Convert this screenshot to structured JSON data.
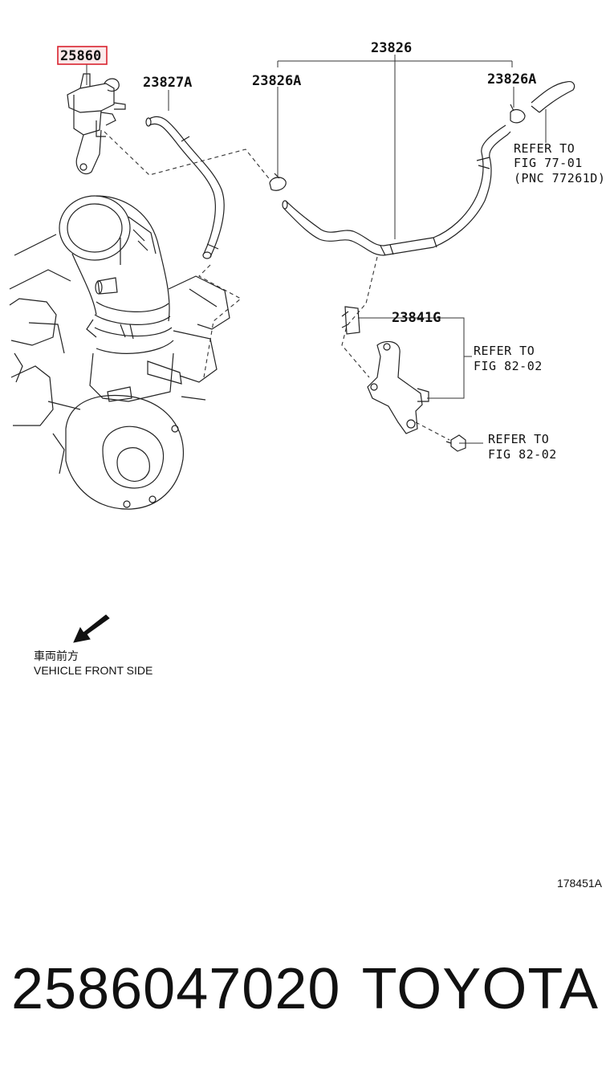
{
  "diagram": {
    "labels": {
      "highlighted_part": "25860",
      "hose_a": "23827A",
      "hose_main": "23826",
      "clamp_left": "23826A",
      "clamp_right": "23826A",
      "clamp_lower": "23841G"
    },
    "references": {
      "ref1_line1": "REFER TO",
      "ref1_line2": "FIG 77-01",
      "ref1_line3": "(PNC 77261D)",
      "ref2_line1": "REFER TO",
      "ref2_line2": "FIG 82-02",
      "ref3_line1": "REFER TO",
      "ref3_line2": "FIG 82-02"
    },
    "direction": {
      "japanese": "車両前方",
      "english": "VEHICLE FRONT SIDE"
    },
    "figure_id": "178451A",
    "highlight_color": "#d9232e"
  },
  "footer": {
    "part_number": "2586047020",
    "brand": "TOYOTA"
  }
}
